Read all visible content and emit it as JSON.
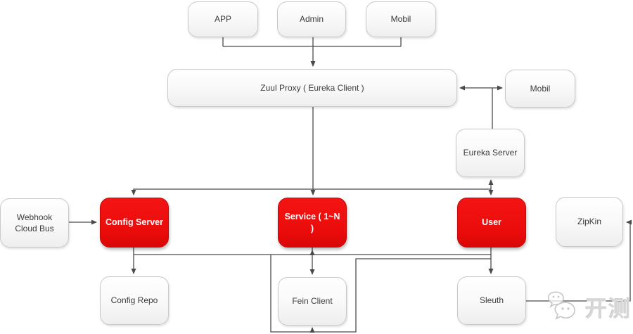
{
  "nodes": {
    "app": {
      "label": "APP"
    },
    "admin": {
      "label": "Admin"
    },
    "mobil_top": {
      "label": "Mobil"
    },
    "zuul": {
      "label": "Zuul Proxy ( Eureka Client )"
    },
    "mobil_right": {
      "label": "Mobil"
    },
    "eureka_server": {
      "label": "Eureka Server"
    },
    "webhook_cloud_bus": {
      "label": "Webhook Cloud Bus"
    },
    "config_server": {
      "label": "Config Server"
    },
    "service": {
      "label": "Service ( 1~N )"
    },
    "user": {
      "label": "User"
    },
    "zipkin": {
      "label": "ZipKin"
    },
    "config_repo": {
      "label": "Config Repo"
    },
    "fein_client": {
      "label": "Fein Client"
    },
    "sleuth": {
      "label": "Sleuth"
    }
  },
  "watermark": {
    "text": "开测",
    "icon": "wechat-icon"
  },
  "colors": {
    "red_node": "#ea0b0b",
    "gray_node_border": "#c9c9c9",
    "connector": "#4a4a4a",
    "watermark_gray": "#d7d7d7"
  }
}
